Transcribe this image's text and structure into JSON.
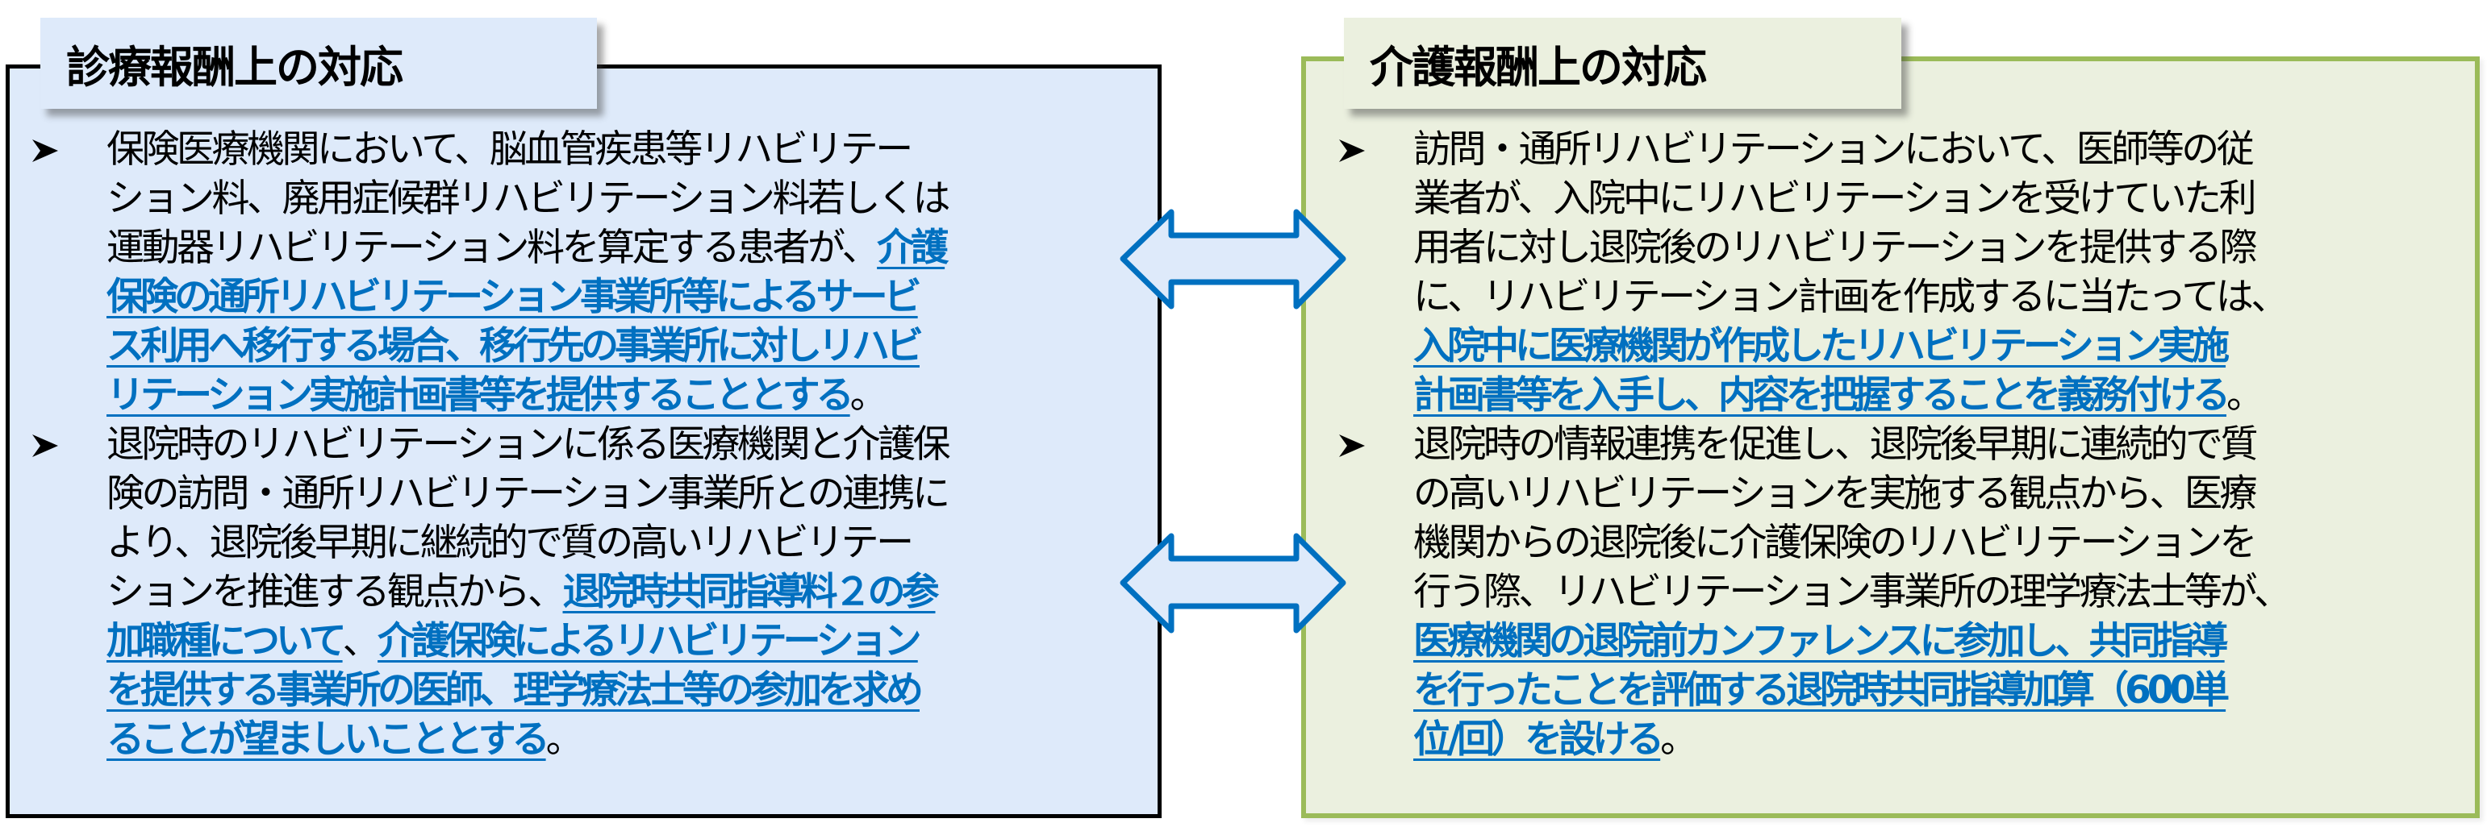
{
  "colors": {
    "highlight_blue": "#0070C0",
    "left_fill": "#DEEAFA",
    "left_border": "#000000",
    "right_fill": "#EBF0DF",
    "right_border": "#9BBB59",
    "arrow_stroke": "#0070C0",
    "arrow_fill": "#DEEAFA"
  },
  "left": {
    "title": "診療報酬上の対応",
    "bullets": [
      {
        "icon": "arrowhead-bullet-icon",
        "lines": [
          [
            {
              "text": "保険医療機関において、脳血管疾患等リハビリテー",
              "hl": false
            }
          ],
          [
            {
              "text": "ション料、廃用症候群リハビリテーション料若しくは",
              "hl": false
            }
          ],
          [
            {
              "text": "運動器リハビリテーション料を算定する患者が、",
              "hl": false
            },
            {
              "text": "介護",
              "hl": true
            }
          ],
          [
            {
              "text": "保険の通所リハビリテーション事業所等によるサービ",
              "hl": true
            }
          ],
          [
            {
              "text": "ス利用へ移行する場合、移行先の事業所に対しリハビ",
              "hl": true
            }
          ],
          [
            {
              "text": "リテーション実施計画書等を提供することとする",
              "hl": true
            },
            {
              "text": "。",
              "hl": false
            }
          ]
        ]
      },
      {
        "icon": "arrowhead-bullet-icon",
        "lines": [
          [
            {
              "text": "退院時のリハビリテーションに係る医療機関と介護保",
              "hl": false
            }
          ],
          [
            {
              "text": "険の訪問・通所リハビリテーション事業所との連携に",
              "hl": false
            }
          ],
          [
            {
              "text": "より、退院後早期に継続的で質の高いリハビリテー",
              "hl": false
            }
          ],
          [
            {
              "text": "ションを推進する観点から、",
              "hl": false
            },
            {
              "text": "退院時共同指導料２の参",
              "hl": true
            }
          ],
          [
            {
              "text": "加職種について",
              "hl": true
            },
            {
              "text": "、",
              "hl": false
            },
            {
              "text": "介護保険によるリハビリテーション",
              "hl": true
            }
          ],
          [
            {
              "text": "を提供する事業所の医師、理学療法士等の参加を求め",
              "hl": true
            }
          ],
          [
            {
              "text": "ることが望ましいこととする",
              "hl": true
            },
            {
              "text": "。",
              "hl": false
            }
          ]
        ]
      }
    ]
  },
  "right": {
    "title": "介護報酬上の対応",
    "bullets": [
      {
        "icon": "arrowhead-bullet-icon",
        "lines": [
          [
            {
              "text": "訪問・通所リハビリテーションにおいて、医師等の従",
              "hl": false
            }
          ],
          [
            {
              "text": "業者が、入院中にリハビリテーションを受けていた利",
              "hl": false
            }
          ],
          [
            {
              "text": "用者に対し退院後のリハビリテーションを提供する際",
              "hl": false
            }
          ],
          [
            {
              "text": "に、リハビリテーション計画を作成するに当たっては、",
              "hl": false
            }
          ],
          [
            {
              "text": "入院中に医療機関が作成したリハビリテーション実施",
              "hl": true
            }
          ],
          [
            {
              "text": "計画書等を入手し、内容を把握することを義務付ける",
              "hl": true
            },
            {
              "text": "。",
              "hl": false
            }
          ]
        ]
      },
      {
        "icon": "arrowhead-bullet-icon",
        "lines": [
          [
            {
              "text": "退院時の情報連携を促進し、退院後早期に連続的で質",
              "hl": false
            }
          ],
          [
            {
              "text": "の高いリハビリテーションを実施する観点から、医療",
              "hl": false
            }
          ],
          [
            {
              "text": "機関からの退院後に介護保険のリハビリテーションを",
              "hl": false
            }
          ],
          [
            {
              "text": "行う際、リハビリテーション事業所の理学療法士等が、",
              "hl": false
            }
          ],
          [
            {
              "text": "医療機関の退院前カンファレンスに参加し、共同指導",
              "hl": true
            }
          ],
          [
            {
              "text": "を行ったことを評価する退院時共同指導加算（600単",
              "hl": true
            }
          ],
          [
            {
              "text": "位/回）を設ける",
              "hl": true
            },
            {
              "text": "。",
              "hl": false
            }
          ]
        ]
      }
    ]
  },
  "connectors": [
    {
      "name": "double-arrow-icon",
      "links": "bullet-1"
    },
    {
      "name": "double-arrow-icon",
      "links": "bullet-2"
    }
  ]
}
